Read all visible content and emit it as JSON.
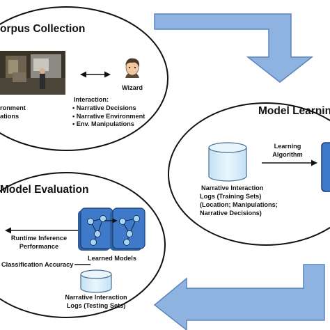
{
  "corpus": {
    "title": "orpus Collection",
    "wizard_label": "Wizard",
    "env_labels": [
      "ronment",
      "ations"
    ],
    "interaction_header": "Interaction:",
    "interaction_items": [
      "Narrative Decisions",
      "Narrative Environment",
      "Env. Manipulations"
    ]
  },
  "learning": {
    "title": "Model Learnin",
    "algo_label": [
      "Learning",
      "Algorithm"
    ],
    "db_caption": [
      "Narrative Interaction",
      "Logs (Training Sets)",
      "(Location; Manipulations;",
      "Narrative Decisions)"
    ]
  },
  "evaluation": {
    "title": "Model Evaluation",
    "runtime_label": [
      "Runtime Inference",
      "Performance"
    ],
    "classification_label": "Classification Accuracy",
    "models_label": "Learned Models",
    "db_caption": [
      "Narrative Interaction",
      "Logs (Testing Sets)"
    ]
  },
  "colors": {
    "arrow_fill": "#8fb3e0",
    "arrow_stroke": "#5a84bf",
    "db_fill": "#d7ecfa",
    "model_fill": "#3f79c9",
    "node_fill": "#a9d4f5"
  },
  "icons": [
    "wizard-avatar-icon",
    "game-scene-screenshot",
    "database-icon",
    "learned-model-icon",
    "arrow-icon"
  ]
}
